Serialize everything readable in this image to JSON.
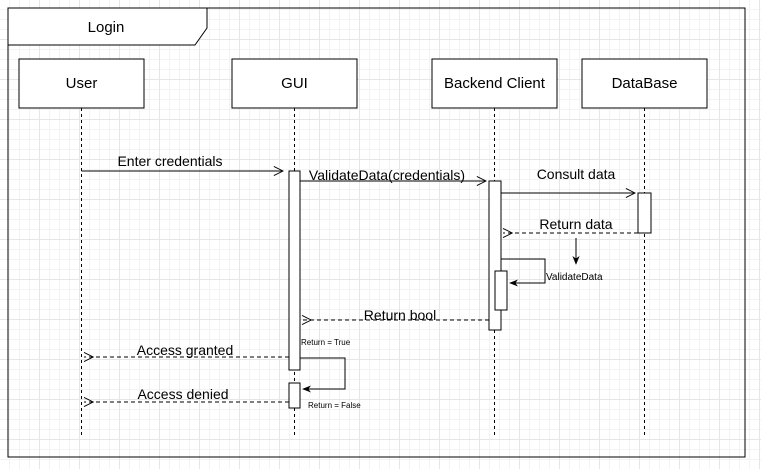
{
  "frame": {
    "title": "Login"
  },
  "participants": [
    {
      "key": "user",
      "label": "User"
    },
    {
      "key": "gui",
      "label": "GUI"
    },
    {
      "key": "backend",
      "label": "Backend Client"
    },
    {
      "key": "database",
      "label": "DataBase"
    }
  ],
  "messages": {
    "enter_credentials": "Enter credentials",
    "validate_data_call": "ValidateData(credentials)",
    "consult_data": "Consult data",
    "return_data": "Return data",
    "validate_data_self": "ValidateData",
    "return_bool": "Return bool",
    "return_true": "Return = True",
    "access_granted": "Access granted",
    "access_denied": "Access denied",
    "return_false": "Return = False"
  },
  "colors": {
    "line": "#000000",
    "grid": "#e6e6e6"
  }
}
